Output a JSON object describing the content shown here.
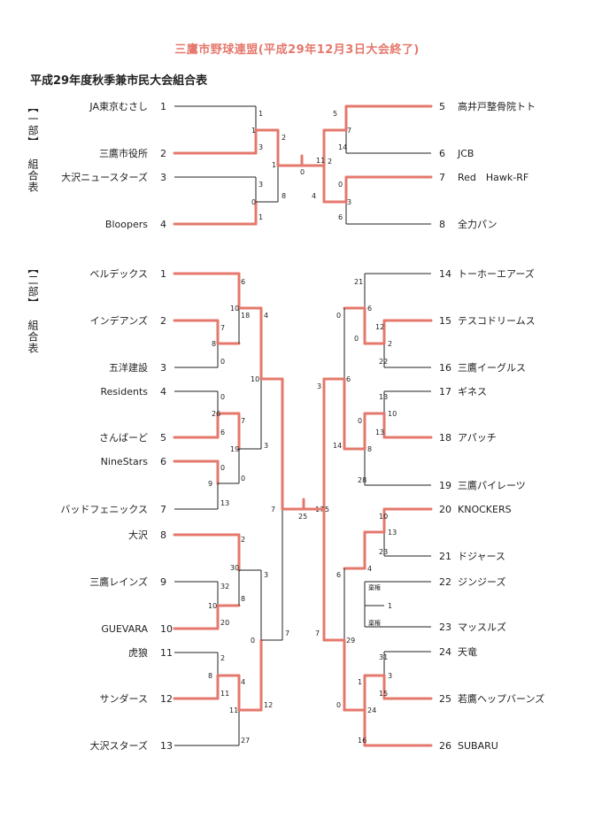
{
  "title": "三鷹市野球連盟(平成29年12月3日大会終了)",
  "subtitle": "平成29年度秋季兼市民大会組合表",
  "divisions": [
    {
      "label_open": "【一部】",
      "label_kumi": "組合表"
    },
    {
      "label_open": "【二部】",
      "label_kumi": "組合表"
    }
  ],
  "colors": {
    "win": "#e5786c",
    "line": "#222222"
  },
  "teams": {
    "d1_left": [
      {
        "name": "JA東京むさし",
        "seed": "1"
      },
      {
        "name": "三鷹市役所",
        "seed": "2"
      },
      {
        "name": "大沢ニュースターズ",
        "seed": "3"
      },
      {
        "name": "Bloopers",
        "seed": "4"
      }
    ],
    "d1_right": [
      {
        "name": "高井戸整骨院トト",
        "seed": "5"
      },
      {
        "name": "JCB",
        "seed": "6"
      },
      {
        "name": "Red　Hawk-RF",
        "seed": "7"
      },
      {
        "name": "全力パン",
        "seed": "8"
      }
    ],
    "d2_left": [
      {
        "name": "ベルデックス",
        "seed": "1"
      },
      {
        "name": "インデアンズ",
        "seed": "2"
      },
      {
        "name": "五洋建設",
        "seed": "3"
      },
      {
        "name": "Residents",
        "seed": "4"
      },
      {
        "name": "さんばーど",
        "seed": "5"
      },
      {
        "name": "NineStars",
        "seed": "6"
      },
      {
        "name": "バッドフェニックス",
        "seed": "7"
      },
      {
        "name": "大沢",
        "seed": "8"
      },
      {
        "name": "三鷹レインズ",
        "seed": "9"
      },
      {
        "name": "GUEVARA",
        "seed": "10"
      },
      {
        "name": "虎狼",
        "seed": "11"
      },
      {
        "name": "サンダース",
        "seed": "12"
      },
      {
        "name": "大沢スターズ",
        "seed": "13"
      }
    ],
    "d2_right": [
      {
        "name": "トーホーエアーズ",
        "seed": "14"
      },
      {
        "name": "テスコドリームス",
        "seed": "15"
      },
      {
        "name": "三鷹イーグルス",
        "seed": "16"
      },
      {
        "name": "ギネス",
        "seed": "17"
      },
      {
        "name": "アパッチ",
        "seed": "18"
      },
      {
        "name": "三鷹パイレーツ",
        "seed": "19"
      },
      {
        "name": "KNOCKERS",
        "seed": "20"
      },
      {
        "name": "ドジャース",
        "seed": "21"
      },
      {
        "name": "ジンジーズ",
        "seed": "22"
      },
      {
        "name": "マッスルズ",
        "seed": "23"
      },
      {
        "name": "天竜",
        "seed": "24"
      },
      {
        "name": "若鷹ヘップバーンズ",
        "seed": "25"
      },
      {
        "name": "SUBARU",
        "seed": "26"
      }
    ]
  },
  "marks": {
    "scores": [
      "1",
      "1",
      "3",
      "3",
      "0",
      "1",
      "2",
      "1",
      "8",
      "5",
      "7",
      "14",
      "0",
      "3",
      "6",
      "2",
      "11",
      "4",
      "0",
      "6",
      "10",
      "18",
      "7",
      "8",
      "0",
      "0",
      "26",
      "6",
      "0",
      "9",
      "13",
      "7",
      "19",
      "0",
      "4",
      "10",
      "3",
      "2",
      "30",
      "8",
      "32",
      "10",
      "20",
      "2",
      "8",
      "11",
      "4",
      "11",
      "27",
      "3",
      "0",
      "12",
      "7",
      "7",
      "21",
      "6",
      "0",
      "12",
      "2",
      "22",
      "13",
      "10",
      "13",
      "0",
      "8",
      "28",
      "0",
      "6",
      "14",
      "10",
      "13",
      "23",
      "4",
      "1",
      "31",
      "3",
      "15",
      "1",
      "24",
      "16",
      "6",
      "29",
      "0",
      "3",
      "17",
      "5",
      "7",
      "25",
      "6"
    ],
    "forfeits": [
      "棄権",
      "棄権"
    ]
  }
}
